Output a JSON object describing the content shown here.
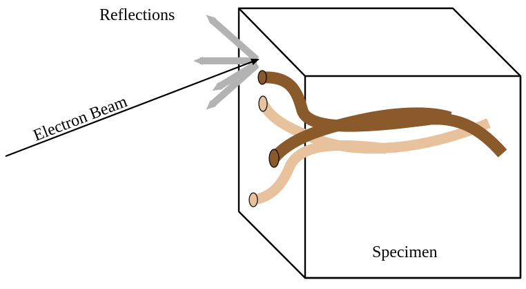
{
  "labels": {
    "reflections": "Reflections",
    "electron_beam": "Electron Beam",
    "specimen": "Specimen"
  },
  "colors": {
    "dark_fiber": "#8b5a2b",
    "light_fiber": "#e8c19d",
    "reflection_arrows": "#b3b3b3",
    "outline": "#000000"
  }
}
